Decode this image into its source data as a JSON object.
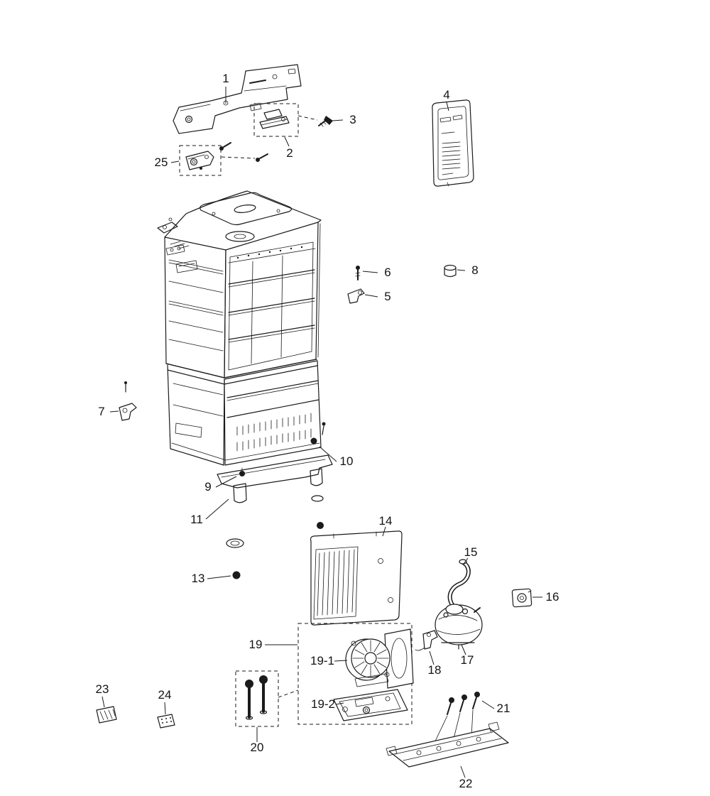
{
  "colors": {
    "background": "#ffffff",
    "line": "#1a1a1a"
  },
  "parts": [
    {
      "label": "1"
    },
    {
      "label": "2"
    },
    {
      "label": "3"
    },
    {
      "label": "4"
    },
    {
      "label": "5"
    },
    {
      "label": "6"
    },
    {
      "label": "7"
    },
    {
      "label": "8"
    },
    {
      "label": "9"
    },
    {
      "label": "10"
    },
    {
      "label": "11"
    },
    {
      "label": "13"
    },
    {
      "label": "14"
    },
    {
      "label": "15"
    },
    {
      "label": "16"
    },
    {
      "label": "17"
    },
    {
      "label": "18"
    },
    {
      "label": "19"
    },
    {
      "label": "19-1"
    },
    {
      "label": "19-2"
    },
    {
      "label": "20"
    },
    {
      "label": "21"
    },
    {
      "label": "22"
    },
    {
      "label": "23"
    },
    {
      "label": "24"
    },
    {
      "label": "25"
    }
  ]
}
